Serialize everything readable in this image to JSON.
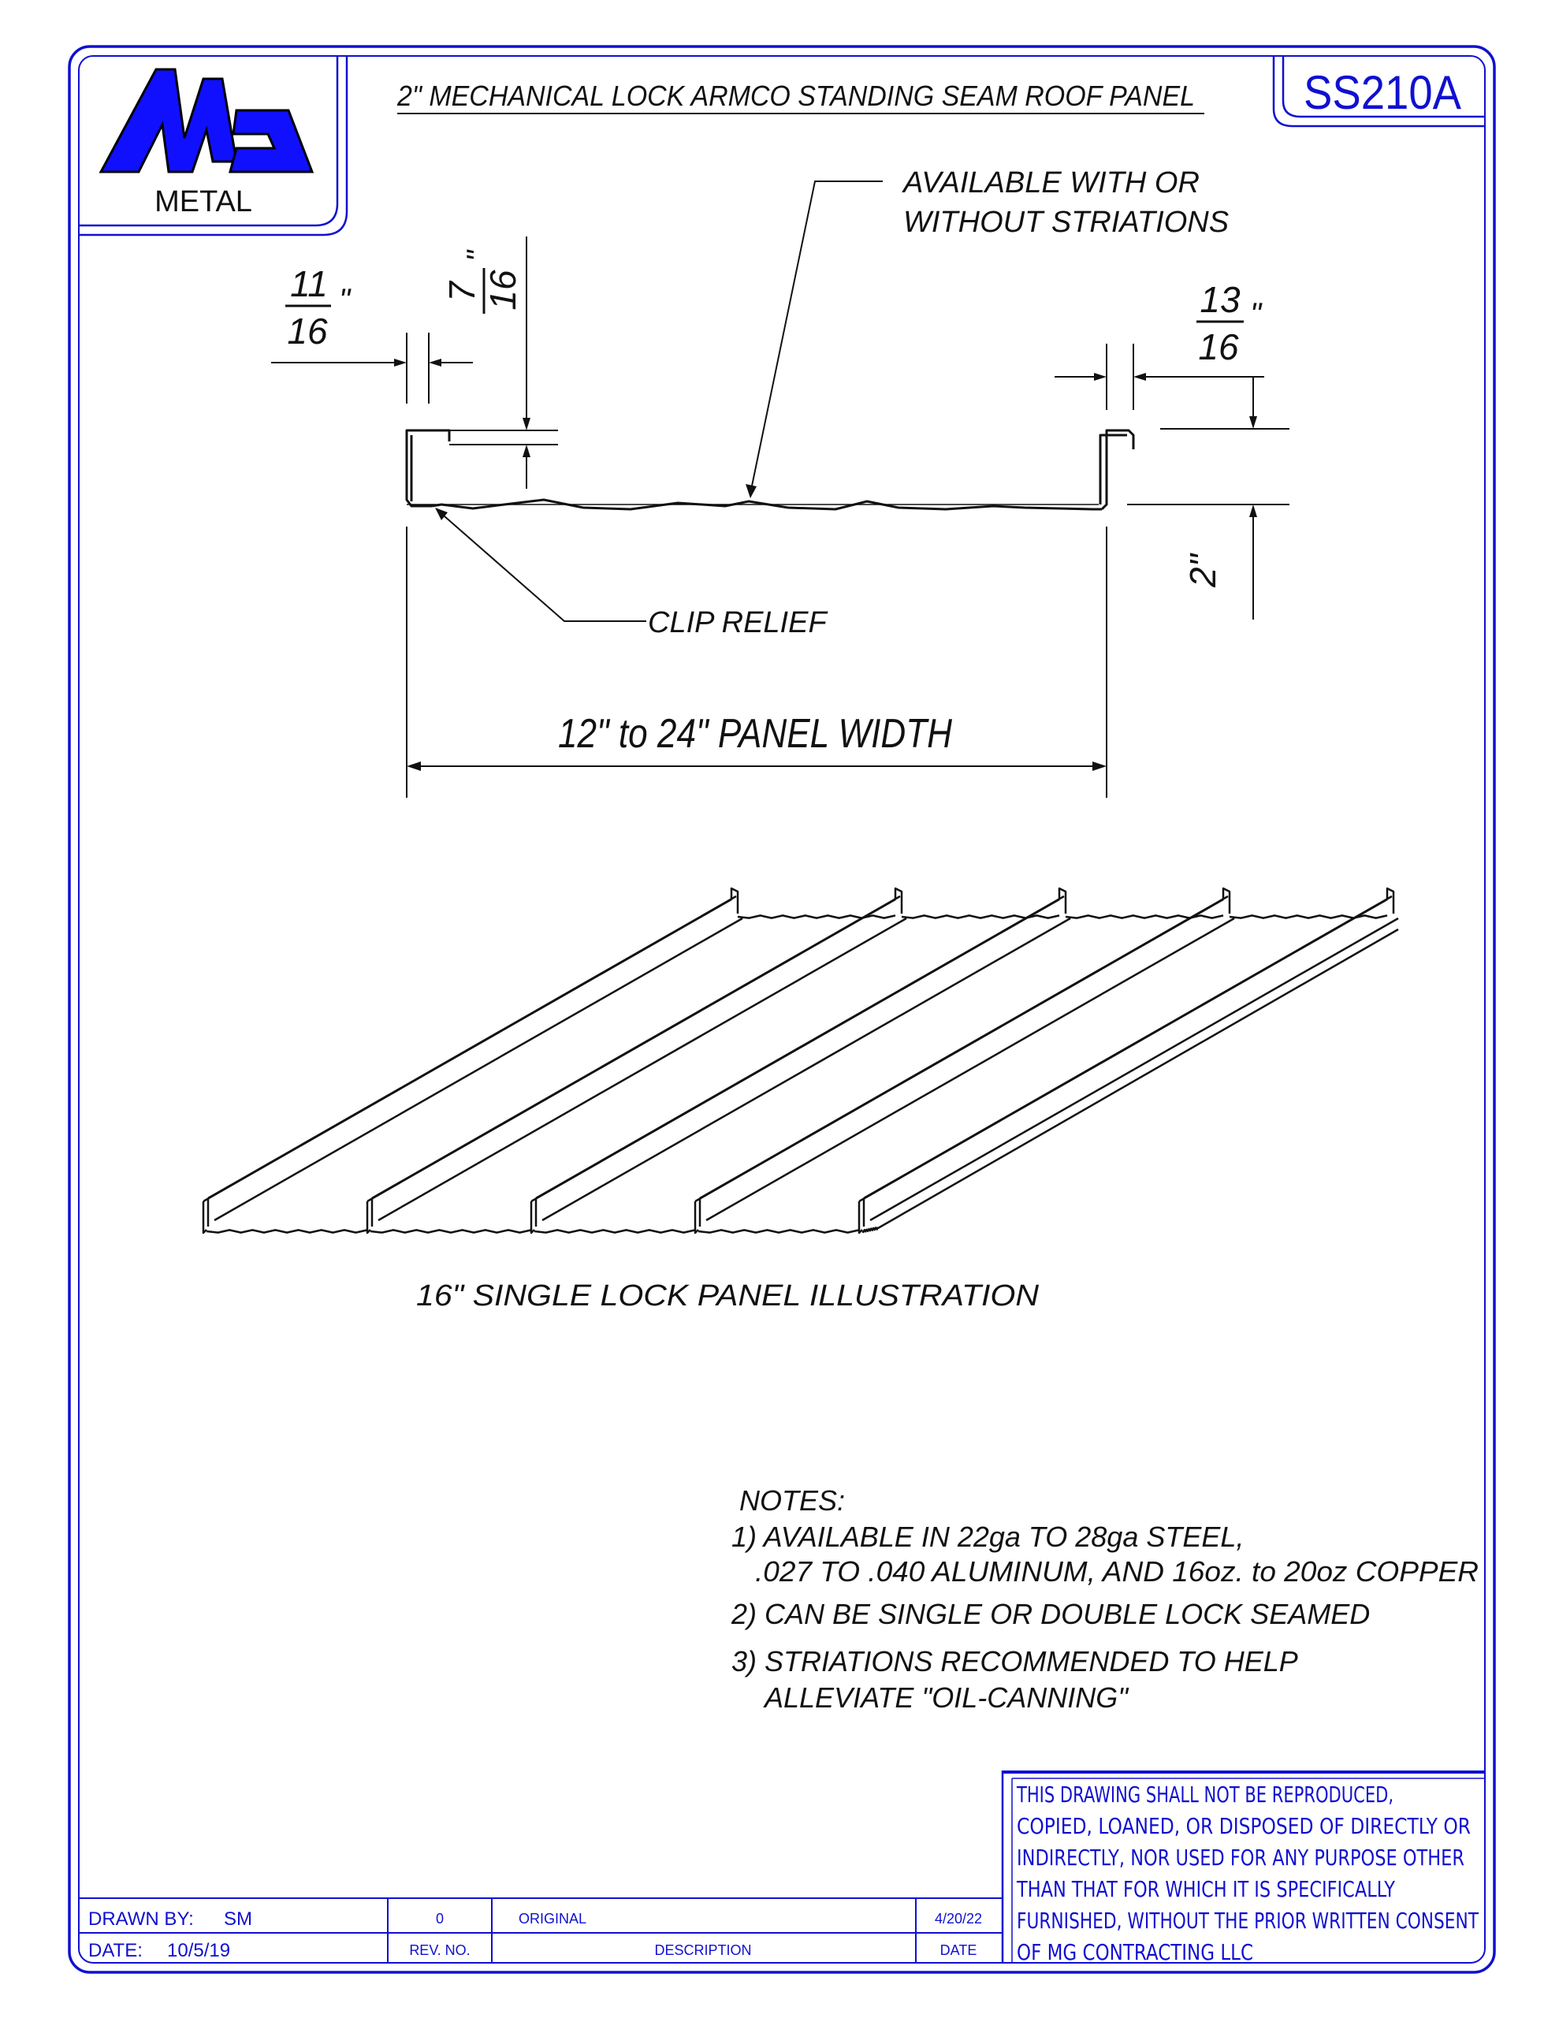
{
  "header": {
    "title": "2\" MECHANICAL LOCK ARMCO STANDING SEAM ROOF PANEL",
    "drawing_number": "SS210A",
    "logo_text": "METAL"
  },
  "profile": {
    "callout_striations_1": "AVAILABLE  WITH OR",
    "callout_striations_2": "WITHOUT STRIATIONS",
    "clip_relief": "CLIP RELIEF",
    "panel_width": "12\" to 24\" PANEL WIDTH",
    "dim_left_num": "11",
    "dim_left_den": "16",
    "dim_left_unit": "\"",
    "dim_top_num": "7",
    "dim_top_den": "16",
    "dim_top_unit": "\"",
    "dim_right_num": "13",
    "dim_right_den": "16",
    "dim_right_unit": "\"",
    "dim_height": "2\""
  },
  "illustration": {
    "caption": "16\" SINGLE LOCK PANEL ILLUSTRATION"
  },
  "notes": {
    "heading": "NOTES:",
    "n1a": "1) AVAILABLE IN 22ga TO 28ga STEEL,",
    "n1b": ".027 TO .040 ALUMINUM, AND 16oz. to 20oz COPPER",
    "n2": "2) CAN BE SINGLE OR DOUBLE LOCK SEAMED",
    "n3a": "3) STRIATIONS RECOMMENDED TO HELP",
    "n3b": "ALLEVIATE \"OIL-CANNING\""
  },
  "disclaimer": {
    "lines": [
      "THIS DRAWING SHALL NOT BE REPRODUCED,",
      "COPIED, LOANED, OR DISPOSED OF DIRECTLY OR",
      "INDIRECTLY, NOR USED FOR ANY PURPOSE OTHER",
      "THAN THAT FOR WHICH IT IS SPECIFICALLY",
      "FURNISHED, WITHOUT THE PRIOR WRITTEN CONSENT",
      "OF MG CONTRACTING LLC"
    ]
  },
  "title_block": {
    "drawn_by_label": "DRAWN BY:",
    "drawn_by": "SM",
    "date_label": "DATE:",
    "date": "10/5/19",
    "rev_no": "0",
    "rev_no_label": "REV. NO.",
    "description": "ORIGINAL",
    "description_label": "DESCRIPTION",
    "rev_date": "4/20/22",
    "rev_date_label": "DATE"
  },
  "colors": {
    "border": "#1010d0",
    "logo": "#1010ff",
    "ink": "#111111"
  }
}
